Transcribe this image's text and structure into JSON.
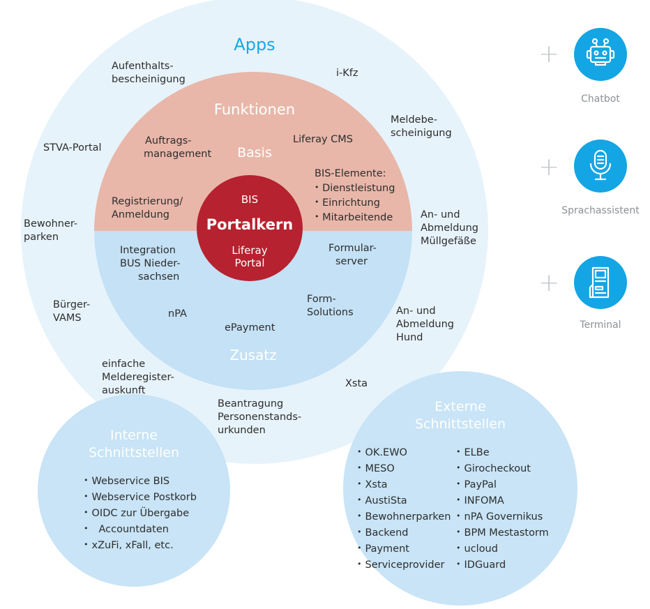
{
  "colors": {
    "outer_circle": "#e7f3fb",
    "top_half": "#e8b7a9",
    "bottom_half": "#c4e1f5",
    "core": "#b6222f",
    "sub_circles": "#c8e4f6",
    "accent": "#14a5e4"
  },
  "apps": {
    "title": "Apps",
    "items": [
      [
        "Aufenthalts-",
        "bescheinigung"
      ],
      [
        "i-Kfz"
      ],
      [
        "Meldebe-",
        "scheinigung"
      ],
      [
        "STVA-Portal"
      ],
      [
        "Bewohner-",
        "parken"
      ],
      [
        "An- und",
        "Abmeldung",
        "Müllgefäße"
      ],
      [
        "Bürger-",
        "VAMS"
      ],
      [
        "An- und",
        "Abmeldung",
        "Hund"
      ],
      [
        "einfache",
        "Melderegister-",
        "auskunft"
      ],
      [
        "Xsta"
      ],
      [
        "Beantragung",
        "Personenstands-",
        "urkunden"
      ]
    ]
  },
  "funktionen": {
    "title": "Funktionen",
    "basis_label": "Basis",
    "zusatz_label": "Zusatz",
    "basis_items": [
      [
        "Auftrags-",
        "management"
      ],
      [
        "Liferay CMS"
      ],
      [
        "Registrierung/",
        "Anmeldung"
      ]
    ],
    "bis_elemente": {
      "title": "BIS-Elemente:",
      "items": [
        "Dienstleistung",
        "Einrichtung",
        "Mitarbeitende"
      ]
    },
    "zusatz_items": [
      [
        "Integration",
        "BUS Nieder-",
        "sachsen"
      ],
      [
        "Formular-",
        "server"
      ],
      [
        "nPA"
      ],
      [
        "Form-",
        "Solutions"
      ],
      [
        "ePayment"
      ]
    ]
  },
  "core": {
    "top": "BIS",
    "title": "Portalkern",
    "bottom": [
      "Liferay",
      "Portal"
    ]
  },
  "interne": {
    "title": [
      "Interne",
      "Schnittstellen"
    ],
    "items": [
      "Webservice BIS",
      "Webservice Postkorb",
      "OIDC zur Übergabe",
      "xZuFi, xFall, etc."
    ],
    "continuation": "Accountdaten"
  },
  "externe": {
    "title": [
      "Externe",
      "Schnittstellen"
    ],
    "left": [
      "OK.EWO",
      "MESO",
      "Xsta",
      "AustiSta",
      "Bewohnerparken",
      "Backend",
      "Payment",
      "Serviceprovider"
    ],
    "right": [
      "ELBe",
      "Girocheckout",
      "PayPal",
      "INFOMA",
      "nPA Governikus",
      "BPM Mestastorm",
      "ucloud",
      "IDGuard"
    ]
  },
  "channels": [
    {
      "label": "Chatbot",
      "icon": "robot-icon"
    },
    {
      "label": "Sprachassistent",
      "icon": "microphone-icon"
    },
    {
      "label": "Terminal",
      "icon": "kiosk-icon"
    }
  ],
  "plus_symbol": "+"
}
